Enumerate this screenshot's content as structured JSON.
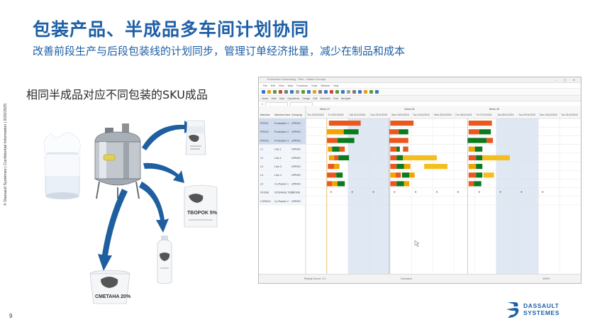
{
  "slide": {
    "title": "包装产品、半成品多车间计划协同",
    "subtitle": "改善前段生产与后段包装线的计划同步，管理订单经济批量，减少在制品和成本",
    "caption": "相同半成品对应不同包装的SKU成品",
    "side_note": "© Dassault Systèmes | Confidential Information | 8/20/2025",
    "page_number": "9",
    "logo_line1": "DASSAULT",
    "logo_line2": "SYSTEMES"
  },
  "illustration": {
    "packages": [
      "TBOPOK 5%",
      "CMETAHA 20%"
    ]
  },
  "app": {
    "window_title": "Production Scheduling - Plan - Hidden Groups",
    "menu": [
      "File",
      "Edit",
      "View",
      "Data",
      "Functions",
      "Tools",
      "Window",
      "Help"
    ],
    "tabs": [
      "Home",
      "View",
      "Data",
      "Operations",
      "Design",
      "Edit",
      "Schedule",
      "Find",
      "Navigate"
    ],
    "columns": [
      "Machine",
      "Machine Area",
      "Grouping"
    ],
    "weeks": [
      "Week 47",
      "Week 48",
      "Week 49"
    ],
    "days": [
      "Thu 19/11/2015",
      "Fri 20/11/2015",
      "Sat 21/11/2015",
      "Sun 22/11/2015",
      "Mon 23/11/2015",
      "Tue 24/11/2015",
      "Wed 25/11/2015",
      "Thu 26/11/2015",
      "Fri 27/11/2015",
      "Sat 28/11/2015",
      "Sun 29/11/2015",
      "Mon 30/11/2015",
      "Tue 01/12/2015"
    ],
    "rows": [
      {
        "machine": "PRD01",
        "area": "Production 1",
        "group": "UPRHO"
      },
      {
        "machine": "PRD02",
        "area": "Production 2",
        "group": "UPRHO"
      },
      {
        "machine": "PRD03",
        "area": "Production 3",
        "group": "UPRHO"
      },
      {
        "machine": "L1",
        "area": "Line 1",
        "group": "UPRHO"
      },
      {
        "machine": "L2",
        "area": "Line 2",
        "group": "UPRHO"
      },
      {
        "machine": "L3",
        "area": "Line 3",
        "group": "UPRHO"
      },
      {
        "machine": "L4",
        "area": "Line 4",
        "group": "UPRHO"
      },
      {
        "machine": "L5",
        "area": "Co-Packer 1",
        "group": "UPRHO"
      },
      {
        "machine": "STORE",
        "area": "STORAGE TEST",
        "group": "STORE"
      },
      {
        "machine": "COPACK",
        "area": "Co-Packer 2",
        "group": "UPRHO"
      }
    ],
    "status_left": "Ready  Zoom: 1:1",
    "status_mid": "Scenario",
    "status_right": "100%",
    "colors": {
      "orange": "#e8581f",
      "amber": "#f2a400",
      "yellow": "#f4bf1e",
      "green": "#0c7a1e",
      "light_green": "#54a832",
      "weekend": "#dfe8f3",
      "row_shade": "#cfdcee"
    }
  }
}
